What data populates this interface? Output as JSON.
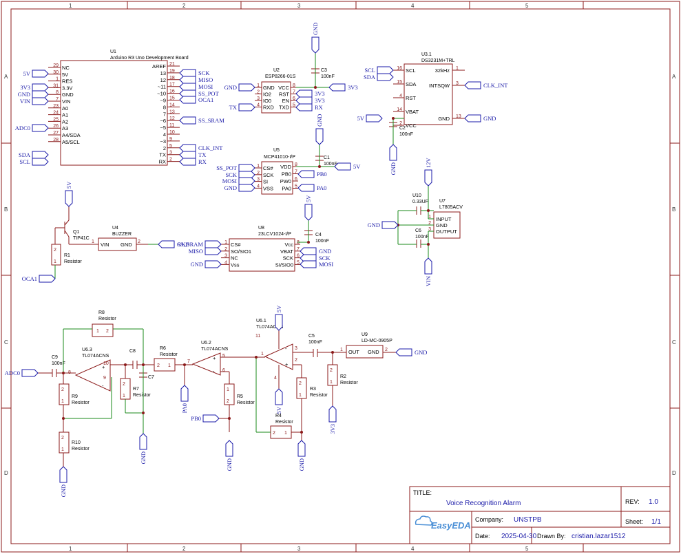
{
  "title_block": {
    "title_label": "TITLE:",
    "title": "Voice Recognition Alarm",
    "rev_label": "REV:",
    "rev": "1.0",
    "company_label": "Company:",
    "company": "UNSTPB",
    "sheet_label": "Sheet:",
    "sheet": "1/1",
    "date_label": "Date:",
    "date": "2025-04-30",
    "drawn_label": "Drawn By:",
    "drawn_by": "cristian.lazar1512",
    "logo": "EasyEDA"
  },
  "zones": {
    "cols": [
      "1",
      "2",
      "3",
      "4",
      "5"
    ],
    "rows": [
      "A",
      "B",
      "C",
      "D"
    ]
  },
  "components": {
    "u1": {
      "ref": "U1",
      "value": "Arduino R3 Uno Development Board",
      "left_pins": [
        {
          "num": "29",
          "name": "NC"
        },
        {
          "num": "30",
          "name": "5V"
        },
        {
          "num": "1",
          "name": "RES"
        },
        {
          "num": "31",
          "name": "3.3V"
        },
        {
          "num": "8",
          "name": "GND"
        },
        {
          "num": "7",
          "name": "VIN"
        },
        {
          "num": "23",
          "name": "A0"
        },
        {
          "num": "24",
          "name": "A1"
        },
        {
          "num": "25",
          "name": "A2"
        },
        {
          "num": "26",
          "name": "A3"
        },
        {
          "num": "27",
          "name": "A4/SDA"
        },
        {
          "num": "28",
          "name": "A5/SCL"
        }
      ],
      "right_pins": [
        {
          "num": "21",
          "name": "AREF"
        },
        {
          "num": "19",
          "name": "13"
        },
        {
          "num": "18",
          "name": "12"
        },
        {
          "num": "17",
          "name": "~11"
        },
        {
          "num": "16",
          "name": "~10"
        },
        {
          "num": "15",
          "name": "~9"
        },
        {
          "num": "14",
          "name": "8"
        },
        {
          "num": "13",
          "name": "7"
        },
        {
          "num": "12",
          "name": "~6"
        },
        {
          "num": "11",
          "name": "~5"
        },
        {
          "num": "10",
          "name": "4"
        },
        {
          "num": "9",
          "name": "~3"
        },
        {
          "num": "5",
          "name": "2"
        },
        {
          "num": "3",
          "name": "TX"
        },
        {
          "num": "2",
          "name": "RX"
        }
      ]
    },
    "u2": {
      "ref": "U2",
      "value": "ESP8266-01S",
      "left_pins": [
        {
          "num": "1",
          "name": "GND"
        },
        {
          "num": "2",
          "name": "IO2"
        },
        {
          "num": "3",
          "name": "IO0"
        },
        {
          "num": "4",
          "name": "RXD"
        }
      ],
      "right_pins": [
        {
          "num": "8",
          "name": "VCC"
        },
        {
          "num": "7",
          "name": "RST"
        },
        {
          "num": "6",
          "name": "EN"
        },
        {
          "num": "5",
          "name": "TXD"
        }
      ]
    },
    "u3": {
      "ref": "U3.1",
      "value": "DS3231M+TRL",
      "left_pins": [
        {
          "num": "16",
          "name": "SCL"
        },
        {
          "num": "15",
          "name": "SDA"
        },
        {
          "num": "4",
          "name": "RST"
        },
        {
          "num": "14",
          "name": "VBAT"
        },
        {
          "num": "2",
          "name": "VCC"
        }
      ],
      "right_pins": [
        {
          "num": "1",
          "name": "32kHz"
        },
        {
          "num": "3",
          "name": "INTSQW"
        },
        {
          "num": "13",
          "name": "GND"
        }
      ]
    },
    "u5": {
      "ref": "U5",
      "value": "MCP41010-I/P",
      "left_pins": [
        {
          "num": "1",
          "name": "CS#"
        },
        {
          "num": "2",
          "name": "SCK"
        },
        {
          "num": "3",
          "name": "SI"
        },
        {
          "num": "4",
          "name": "VSS"
        }
      ],
      "right_pins": [
        {
          "num": "8",
          "name": "VDD"
        },
        {
          "num": "7",
          "name": "PB0"
        },
        {
          "num": "6",
          "name": "PW0"
        },
        {
          "num": "5",
          "name": "PA0"
        }
      ]
    },
    "u8": {
      "ref": "U8",
      "value": "23LCV1024-I/P",
      "left_pins": [
        {
          "num": "1",
          "name": "CS#"
        },
        {
          "num": "2",
          "name": "SO/SIO1"
        },
        {
          "num": "3",
          "name": "NC"
        },
        {
          "num": "4",
          "name": "Vss"
        }
      ],
      "right_pins": [
        {
          "num": "8",
          "name": "Vcc"
        },
        {
          "num": "7",
          "name": "VBAT"
        },
        {
          "num": "6",
          "name": "SCK"
        },
        {
          "num": "5",
          "name": "SI/SIO0"
        }
      ]
    },
    "u7": {
      "ref": "U7",
      "value": "L7805ACV",
      "pins": [
        {
          "num": "1",
          "name": "INPUT"
        },
        {
          "num": "2",
          "name": "GND"
        },
        {
          "num": "3",
          "name": "OUTPUT"
        }
      ]
    },
    "u4": {
      "ref": "U4",
      "value": "BUZZER",
      "pins": [
        {
          "num": "1",
          "name": "VIN"
        },
        {
          "num": "2",
          "name": "GND"
        }
      ]
    },
    "u9": {
      "ref": "U9",
      "value": "LD-MC-0905P",
      "pins": [
        {
          "num": "1",
          "name": "OUT"
        },
        {
          "num": "2",
          "name": "GND"
        }
      ]
    },
    "q1": {
      "ref": "Q1",
      "value": "TIP41C"
    },
    "u6_1": {
      "ref": "U6.1",
      "value": "TL074ACNS",
      "pins": [
        "4",
        "11",
        "1",
        "2",
        "3"
      ]
    },
    "u6_2": {
      "ref": "U6.2",
      "value": "TL074ACNS",
      "pins": [
        "5",
        "6",
        "7"
      ]
    },
    "u6_3": {
      "ref": "U6.3",
      "value": "TL074ACNS",
      "pins": [
        "10",
        "9",
        "8"
      ]
    },
    "r1": {
      "ref": "R1",
      "value": "Resistor"
    },
    "r2": {
      "ref": "R2",
      "value": "Resistor"
    },
    "r3": {
      "ref": "R3",
      "value": "Resistor"
    },
    "r4": {
      "ref": "R4",
      "value": "Resistor"
    },
    "r5": {
      "ref": "R5",
      "value": "Resistor"
    },
    "r6": {
      "ref": "R6",
      "value": "Resistor"
    },
    "r7": {
      "ref": "R7",
      "value": "Resistor"
    },
    "r8": {
      "ref": "R8",
      "value": "Resistor"
    },
    "r9": {
      "ref": "R9",
      "value": "Resistor"
    },
    "r10": {
      "ref": "R10",
      "value": "Resistor"
    },
    "c1": {
      "ref": "C1",
      "value": "100nF"
    },
    "c2": {
      "ref": "C2",
      "value": "100nF"
    },
    "c3": {
      "ref": "C3",
      "value": "100nF"
    },
    "c4": {
      "ref": "C4",
      "value": "100nF"
    },
    "c5": {
      "ref": "C5",
      "value": "100nF"
    },
    "c6": {
      "ref": "C6",
      "value": "100nF"
    },
    "c7": {
      "ref": "C7",
      "value": ""
    },
    "c8": {
      "ref": "C8",
      "value": ""
    },
    "c9": {
      "ref": "C9",
      "value": "100nF"
    },
    "c10": {
      "ref": "U10",
      "value": "0.33UF"
    }
  },
  "nets": {
    "v5": "5V",
    "v3v3": "3V3",
    "gnd": "GND",
    "vin": "VIN",
    "adc0": "ADC0",
    "sda": "SDA",
    "scl": "SCL",
    "sck": "SCK",
    "miso": "MISO",
    "mosi": "MOSI",
    "ss_pot": "SS_POT",
    "oca1": "OCA1",
    "ss_sram": "SS_SRAM",
    "clk_int": "CLK_INT",
    "tx": "TX",
    "rx": "RX",
    "pb0": "PB0",
    "pa0": "PA0",
    "v12": "12V"
  }
}
